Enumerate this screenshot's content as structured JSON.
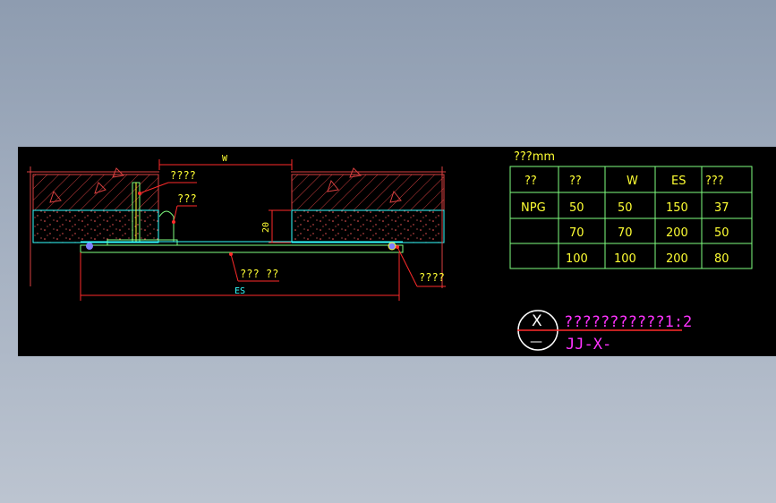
{
  "colors": {
    "background_outer": "#a3afc0",
    "canvas": "#000000",
    "table_lines": "#80ff80",
    "dimension": "#ff2a2a",
    "yellow_text": "#ffff33",
    "magenta_text": "#ff33ff",
    "cyan_line": "#33ffff",
    "hatch": "#d94040",
    "concrete": "#ff5a5a"
  },
  "detail": {
    "dim_width_label": "W",
    "dim_height_label": "20",
    "dim_es_label": "ES",
    "callout_1": "????",
    "callout_2": "???",
    "callout_3": "??? ??",
    "callout_4": "????"
  },
  "table": {
    "unit_label": "???mm",
    "headers": [
      "??",
      "??",
      "W",
      "ES",
      "???"
    ],
    "rows": [
      [
        "NPG",
        "50",
        "50",
        "150",
        "37"
      ],
      [
        "",
        "70",
        "70",
        "200",
        "50"
      ],
      [
        "",
        "100",
        "100",
        "200",
        "80"
      ]
    ]
  },
  "title_block": {
    "symbol_top": "X",
    "symbol_bottom": "—",
    "title": "???????????1:2",
    "code": "JJ-X-"
  }
}
